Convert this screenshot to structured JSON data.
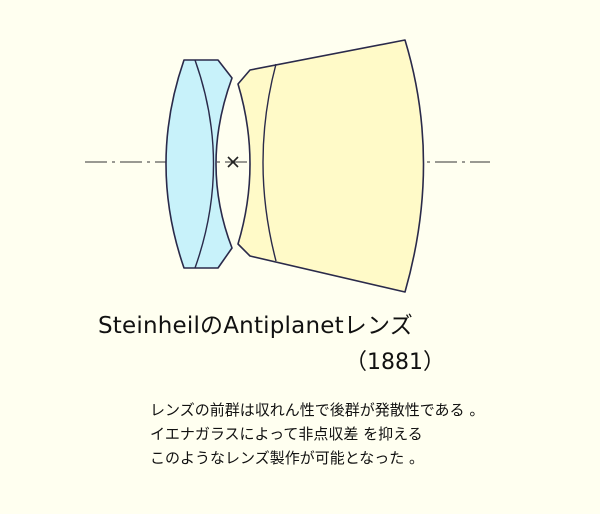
{
  "title": "SteinheilのAntiplanetレンズ",
  "year": "（1881）",
  "notes": [
    "レンズの前群は収れん性で後群が発散性である 。",
    "イエナガラスによって非点収差 を抑える",
    "このようなレンズ製作が可能となった 。"
  ],
  "colors": {
    "front_group_fill": "#c8f2fa",
    "rear_group_fill": "#fffac8",
    "outline": "#2a2a4a",
    "background": "#fffff0"
  }
}
